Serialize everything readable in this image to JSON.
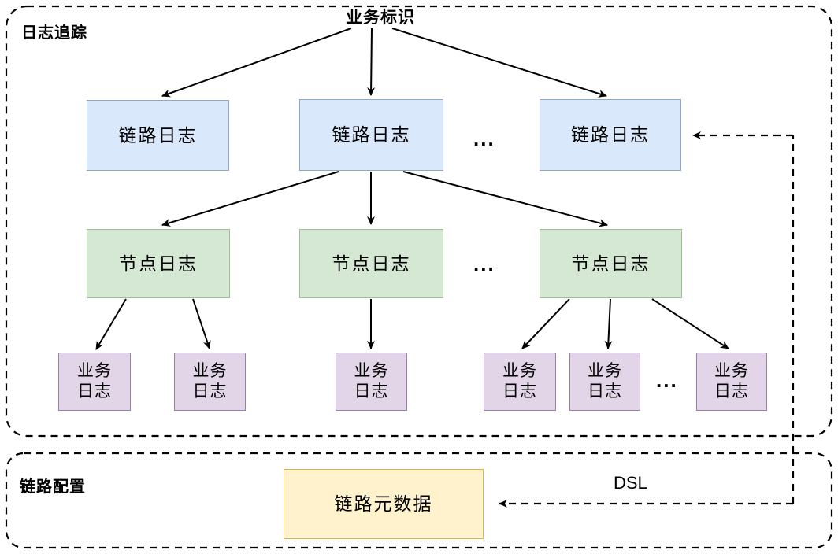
{
  "diagram": {
    "title": "业务标识",
    "groups": [
      {
        "id": "log-trace",
        "label": "日志追踪"
      },
      {
        "id": "link-config",
        "label": "链路配置"
      }
    ],
    "nodes": {
      "link_logs": [
        {
          "label": "链路日志"
        },
        {
          "label": "链路日志"
        },
        {
          "label": "链路日志"
        }
      ],
      "node_logs": [
        {
          "label": "节点日志"
        },
        {
          "label": "节点日志"
        },
        {
          "label": "节点日志"
        }
      ],
      "business_logs": [
        {
          "label": "业务\n日志"
        },
        {
          "label": "业务\n日志"
        },
        {
          "label": "业务\n日志"
        },
        {
          "label": "业务\n日志"
        },
        {
          "label": "业务\n日志"
        },
        {
          "label": "业务\n日志"
        }
      ],
      "metadata": {
        "label": "链路元数据"
      }
    },
    "ellipses": [
      {
        "id": "link-row-ellipsis",
        "text": "..."
      },
      {
        "id": "node-row-ellipsis",
        "text": "..."
      },
      {
        "id": "biz-row-ellipsis",
        "text": "..."
      }
    ],
    "edge_labels": [
      {
        "id": "dsl",
        "text": "DSL"
      }
    ],
    "colors": {
      "link_log_fill": "#dae8fc",
      "link_log_stroke": "#8ea9c8",
      "node_log_fill": "#d5e8d4",
      "node_log_stroke": "#9fc08e",
      "business_log_fill": "#e1d5e7",
      "business_log_stroke": "#9a7fa8",
      "metadata_fill": "#fff2cc",
      "metadata_stroke": "#d6b656",
      "arrow_stroke": "#000000",
      "group_border": "#000000",
      "background": "#ffffff"
    }
  }
}
